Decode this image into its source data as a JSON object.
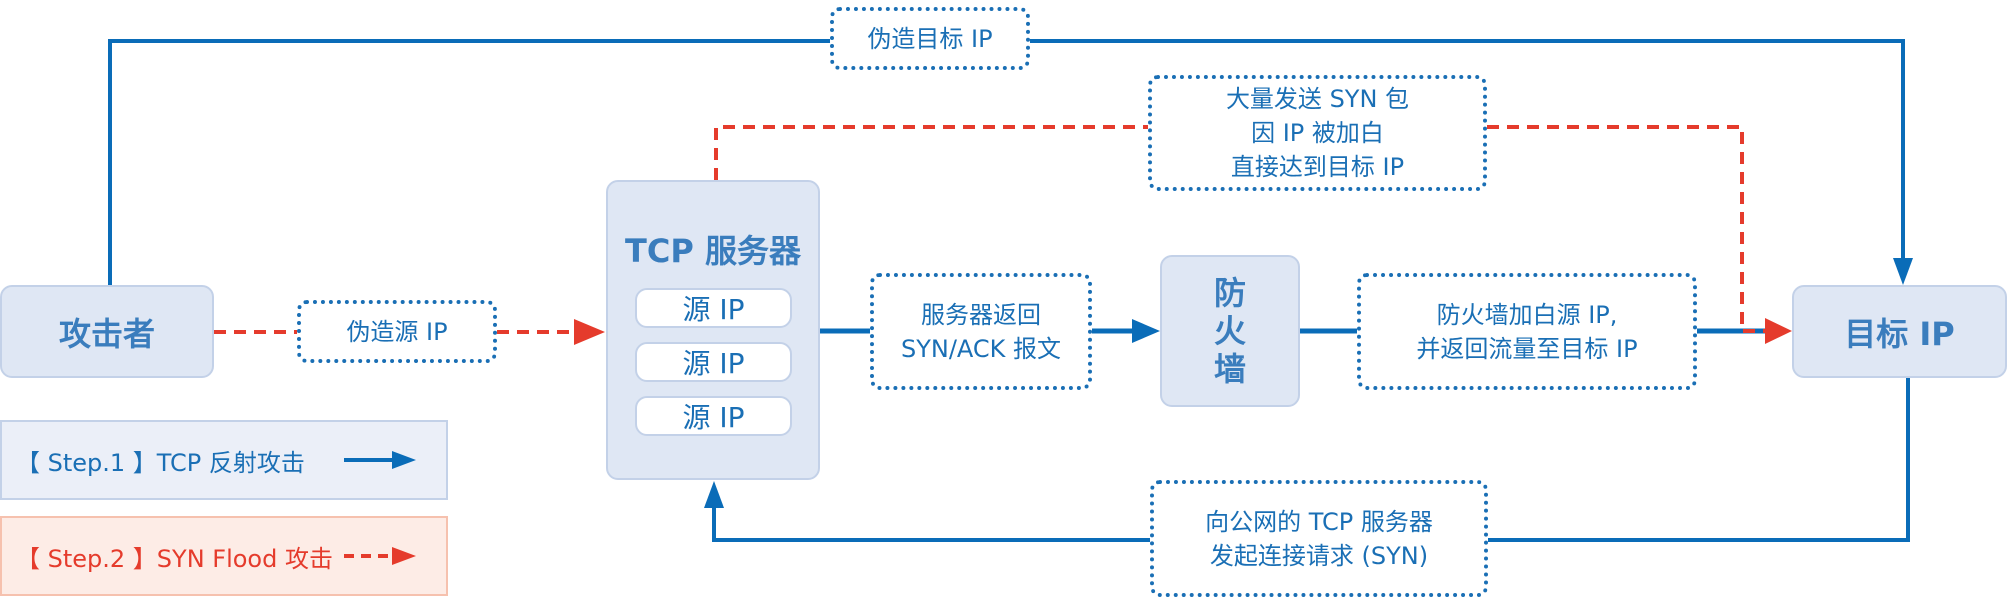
{
  "title": "TCP 反射攻击 / SYN Flood 攻击 流程图",
  "colors": {
    "step1_line": "#0a6cb8",
    "step2_line": "#e53b2c",
    "node_fill": "#dfe7f4",
    "node_text": "#3a7dbd",
    "label_text": "#1a6fb5",
    "legend1_fill": "#ebeff8",
    "legend2_fill": "#fdece6"
  },
  "nodes": {
    "attacker": "攻击者",
    "tcp_server": {
      "title": "TCP 服务器",
      "sources": [
        "源 IP",
        "源 IP",
        "源 IP"
      ]
    },
    "firewall": [
      "防",
      "火",
      "墙"
    ],
    "target": "目标 IP"
  },
  "labels": {
    "spoof_target": [
      "伪造目标 IP"
    ],
    "mass_syn": [
      "大量发送 SYN 包",
      "因 IP 被加白",
      "直接达到目标 IP"
    ],
    "spoof_source": [
      "伪造源 IP"
    ],
    "syn_ack": [
      "服务器返回",
      "SYN/ACK 报文"
    ],
    "whitelist": [
      "防火墙加白源 IP,",
      "并返回流量至目标 IP"
    ],
    "connect_request": [
      "向公网的 TCP 服务器",
      "发起连接请求 (SYN)"
    ]
  },
  "legend": [
    {
      "label": "【 Step.1 】TCP 反射攻击",
      "line_style": "solid",
      "color": "#0a6cb8"
    },
    {
      "label": "【 Step.2 】SYN Flood 攻击",
      "line_style": "dashed",
      "color": "#e53b2c"
    }
  ]
}
